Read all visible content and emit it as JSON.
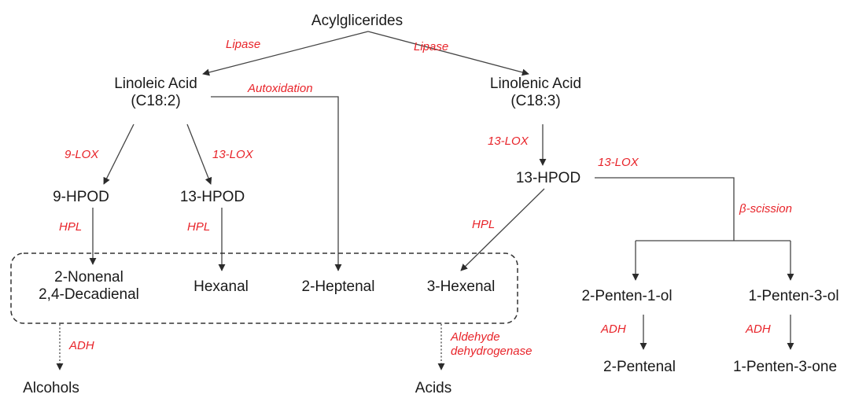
{
  "diagram": {
    "nodes": {
      "acylglicerides": "Acylglicerides",
      "linoleic_acid": "Linoleic Acid",
      "linoleic_formula": "(C18:2)",
      "linolenic_acid": "Linolenic Acid",
      "linolenic_formula": "(C18:3)",
      "hpod9": "9-HPOD",
      "hpod13_left": "13-HPOD",
      "hpod13_right": "13-HPOD",
      "nonenal": "2-Nonenal",
      "decadienal": "2,4-Decadienal",
      "hexanal": "Hexanal",
      "heptenal": "2-Heptenal",
      "hexenal": "3-Hexenal",
      "pentenol": "2-Penten-1-ol",
      "pentenal": "2-Pentenal",
      "penten3ol": "1-Penten-3-ol",
      "penten3one": "1-Penten-3-one",
      "alcohols": "Alcohols",
      "acids": "Acids"
    },
    "enzymes": {
      "lipase_left": "Lipase",
      "lipase_right": "Lipase",
      "autoxidation": "Autoxidation",
      "lox9": "9-LOX",
      "lox13_left": "13-LOX",
      "lox13_mid": "13-LOX",
      "lox13_right": "13-LOX",
      "beta_scission": "β-scission",
      "hpl_9": "HPL",
      "hpl_13": "HPL",
      "hpl_right": "HPL",
      "adh_alcohols": "ADH",
      "aldehyde_dh_1": "Aldehyde",
      "aldehyde_dh_2": "dehydrogenase",
      "adh_pentenal": "ADH",
      "adh_pentenone": "ADH"
    },
    "colors": {
      "node_text": "#1a1a1a",
      "enzyme_text": "#e8242a",
      "line": "#444444"
    }
  }
}
